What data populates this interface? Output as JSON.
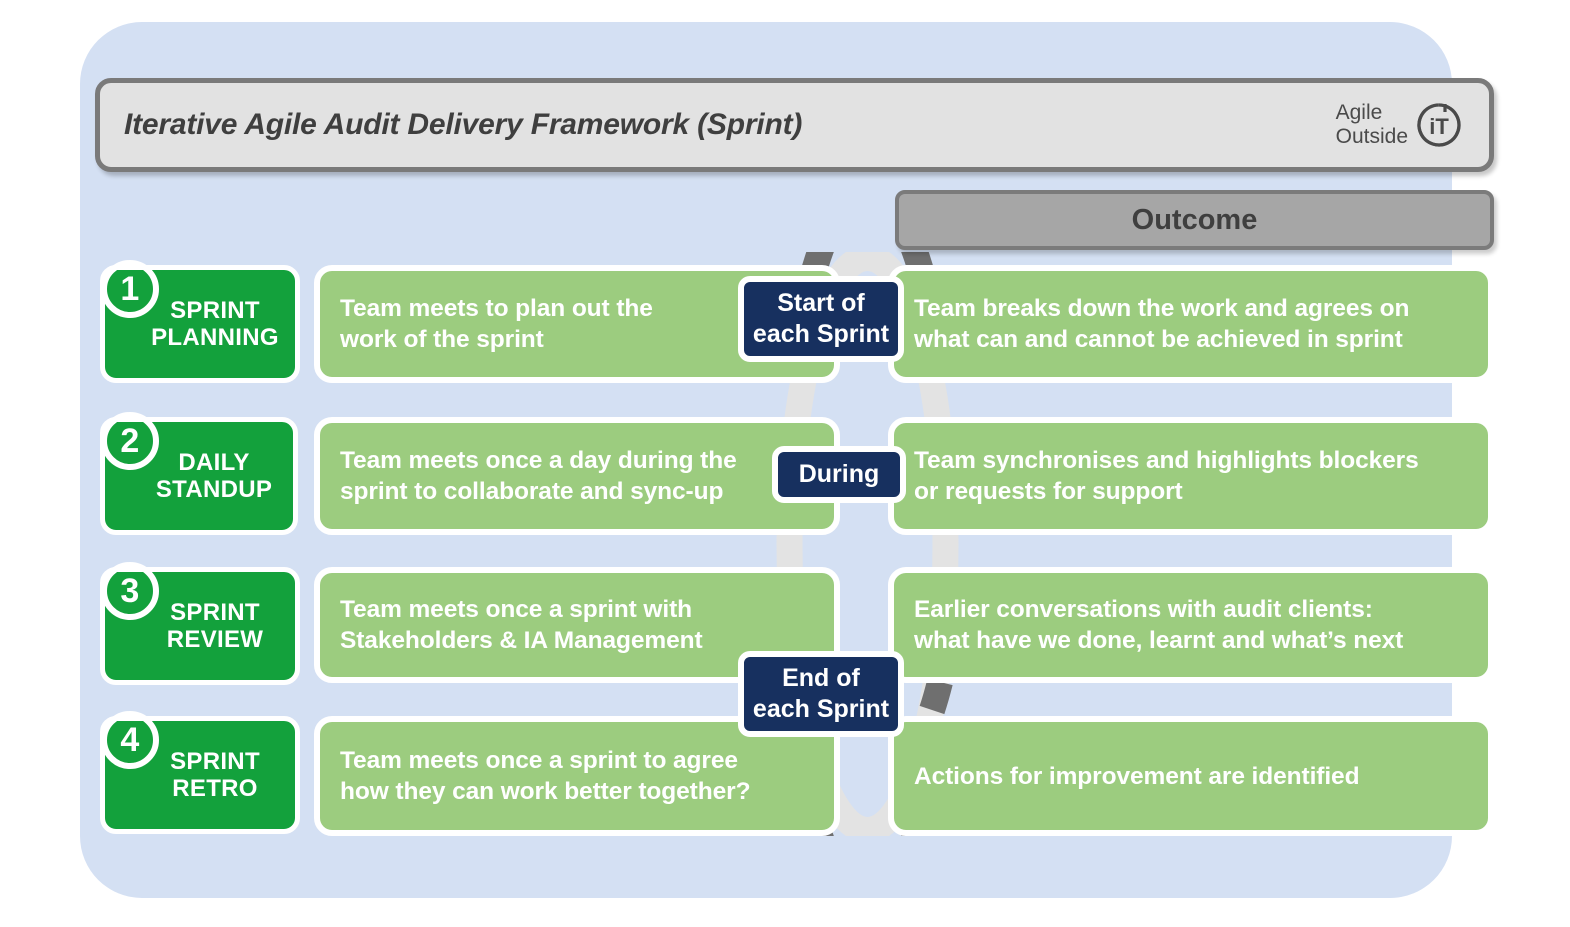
{
  "header": {
    "title": "Iterative Agile Audit Delivery Framework (Sprint)",
    "logo_line1": "Agile",
    "logo_line2": "Outside",
    "logo_mark": "iT"
  },
  "columns": {
    "outcome_header": "Outcome"
  },
  "timings": [
    {
      "id": "start",
      "label_line1": "Start of",
      "label_line2": "each Sprint"
    },
    {
      "id": "during",
      "label_line1": "During",
      "label_line2": ""
    },
    {
      "id": "end",
      "label_line1": "End of",
      "label_line2": "each Sprint"
    }
  ],
  "rows": [
    {
      "number": "1",
      "stage_line1": "SPRINT",
      "stage_line2": "PLANNING",
      "activity_line1": "Team meets to plan out the",
      "activity_line2": "work of the sprint",
      "outcome_line1": "Team breaks down the work and agrees on",
      "outcome_line2": "what can and cannot be achieved in sprint"
    },
    {
      "number": "2",
      "stage_line1": "DAILY",
      "stage_line2": "STANDUP",
      "activity_line1": "Team meets once a day during the",
      "activity_line2": "sprint to collaborate and sync-up",
      "outcome_line1": "Team synchronises and highlights blockers",
      "outcome_line2": "or requests for support"
    },
    {
      "number": "3",
      "stage_line1": "SPRINT",
      "stage_line2": "REVIEW",
      "activity_line1": "Team meets once a sprint with",
      "activity_line2": "Stakeholders & IA Management",
      "outcome_line1": "Earlier conversations with audit clients:",
      "outcome_line2": "what have we done, learnt and what’s next"
    },
    {
      "number": "4",
      "stage_line1": "SPRINT",
      "stage_line2": "RETRO",
      "activity_line1": "Team meets once a sprint to agree",
      "activity_line2": "how they can work better together?",
      "outcome_line1": "Actions for improvement are identified",
      "outcome_line2": ""
    }
  ],
  "colors": {
    "panel_background": "#d4e0f3",
    "stage_green": "#13a13c",
    "card_green": "#9ccc7f",
    "timing_navy": "#17305f",
    "outcome_grey": "#a6a6a6",
    "title_grey": "#e2e2e2",
    "loop_light": "#e3e3e3",
    "loop_dark": "#6f6f6f"
  }
}
